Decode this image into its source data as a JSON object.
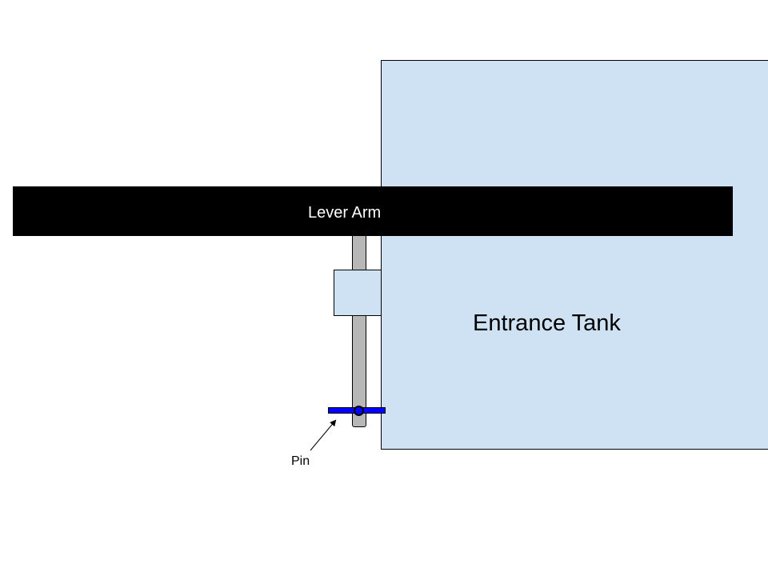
{
  "labels": {
    "lever_arm": "Lever Arm",
    "entrance_tank": "Entrance Tank",
    "pin": "Pin"
  },
  "colors": {
    "tank_fill": "#cfe2f3",
    "lever_fill": "#000000",
    "rod_fill": "#b7b7b7",
    "pin_fill": "#0000ff"
  }
}
